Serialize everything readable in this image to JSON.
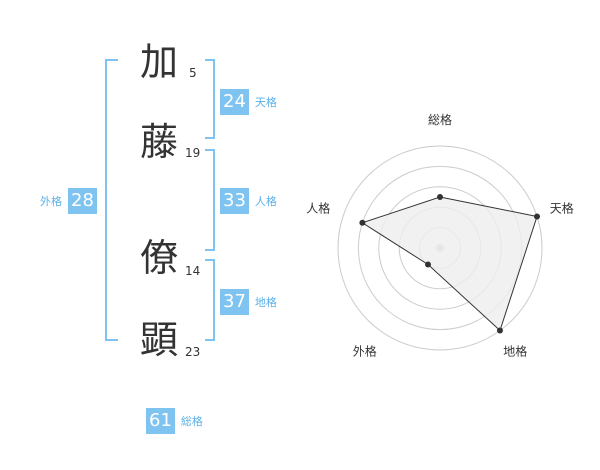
{
  "characters": [
    {
      "char": "加",
      "strokes": "5"
    },
    {
      "char": "藤",
      "strokes": "19"
    },
    {
      "char": "僚",
      "strokes": "14"
    },
    {
      "char": "顕",
      "strokes": "23"
    }
  ],
  "fortunes": {
    "tenkaku": {
      "value": "24",
      "label": "天格"
    },
    "jinkaku": {
      "value": "33",
      "label": "人格"
    },
    "chikaku": {
      "value": "37",
      "label": "地格"
    },
    "gaikaku": {
      "value": "28",
      "label": "外格"
    },
    "soukaku": {
      "value": "61",
      "label": "総格"
    }
  },
  "colors": {
    "bracket": "#7fc4f0",
    "badge": "#7fc4f0",
    "badge_label": "#5bb0e8",
    "text": "#333333",
    "radar_fill": "#eeeeee",
    "radar_line": "#333333",
    "grid": "#cccccc"
  },
  "chart_data": {
    "type": "radar",
    "axes": [
      "総格",
      "天格",
      "地格",
      "外格",
      "人格"
    ],
    "values": [
      0.5,
      1.0,
      1.0,
      0.2,
      0.8
    ],
    "range": [
      0,
      1
    ],
    "grid": true
  }
}
